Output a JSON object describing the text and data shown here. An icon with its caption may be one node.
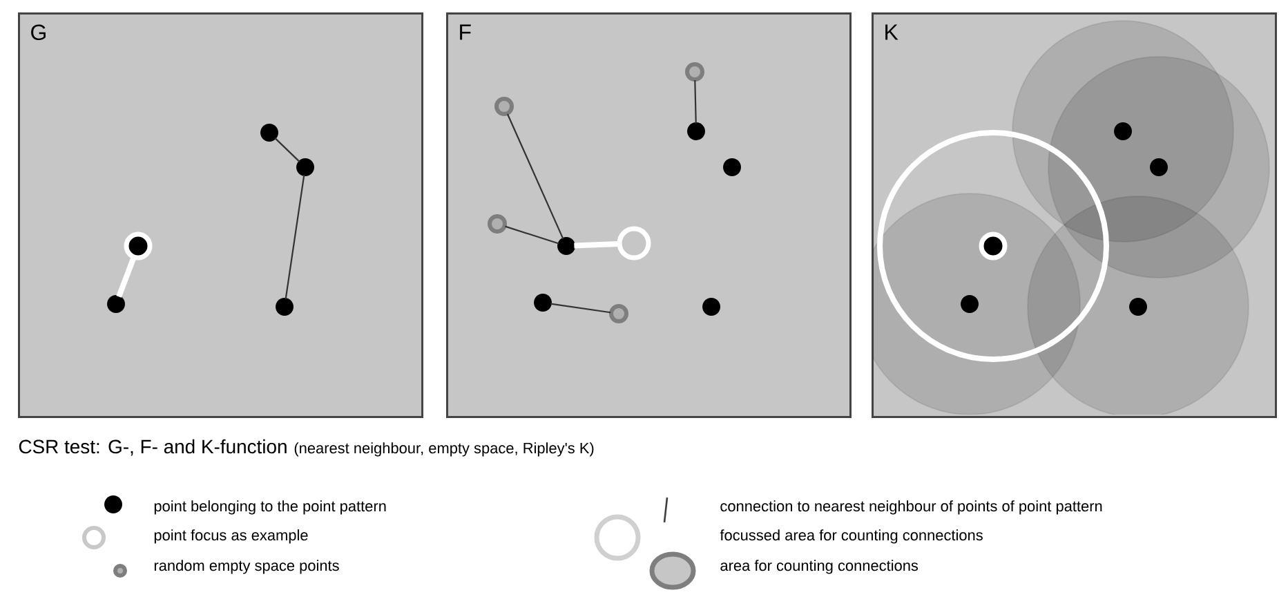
{
  "diagram": {
    "caption": "CSR test: G-, F- and K-function",
    "nodes": [
      {
        "text": [
          "G"
        ]
      },
      {
        "text": [],
        "shape": "circle",
        "in": 0
      },
      {
        "text": [],
        "shape": "circle",
        "in": 0
      },
      {
        "text": [],
        "shape": "circle",
        "in": 0
      },
      {
        "text": [],
        "shape": "circle",
        "in": 0
      },
      {
        "text": [],
        "shape": "circle",
        "in": 0
      },
      {
        "text": [
          "F"
        ]
      },
      {
        "text": [],
        "shape": "circle",
        "in": 6
      },
      {
        "text": [],
        "shape": "circle",
        "in": 6
      },
      {
        "text": [],
        "shape": "circle",
        "in": 6
      },
      {
        "text": [],
        "shape": "circle",
        "in": 6
      },
      {
        "text": [],
        "shape": "circle",
        "in": 6
      },
      {
        "text": [],
        "shape": "circle",
        "in": 6
      },
      {
        "text": [],
        "shape": "circle",
        "in": 6
      },
      {
        "text": [],
        "shape": "circle",
        "in": 6
      },
      {
        "text": [],
        "shape": "circle",
        "in": 6
      },
      {
        "text": [],
        "shape": "circle",
        "in": 6
      },
      {
        "text": [
          "K"
        ]
      },
      {
        "text": [],
        "shape": "circle",
        "in": 17
      },
      {
        "text": [],
        "shape": "circle",
        "in": 17
      },
      {
        "text": [],
        "shape": "circle",
        "in": 17
      },
      {
        "text": [],
        "shape": "circle",
        "in": 17
      },
      {
        "text": [],
        "shape": "circle",
        "in": 17
      }
    ],
    "edges": [
      {
        "from": 1,
        "to": 2,
        "arrow": "none"
      },
      {
        "from": 2,
        "to": 5,
        "arrow": "none"
      },
      {
        "from": 3,
        "to": 4,
        "arrow": "none",
        "style": "thick",
        "color": "#ffffff"
      },
      {
        "from": 8,
        "to": 13,
        "arrow": "none"
      },
      {
        "from": 11,
        "to": 13,
        "arrow": "none"
      },
      {
        "from": 13,
        "to": 12,
        "arrow": "none",
        "style": "thick",
        "color": "#ffffff"
      },
      {
        "from": 14,
        "to": 15,
        "arrow": "none"
      },
      {
        "from": 7,
        "to": 9,
        "arrow": "none"
      }
    ],
    "labels": [
      "(nearest neighbour, empty space, Ripley's K)"
    ],
    "legend": [
      {
        "text": "point belonging to the point pattern"
      },
      {
        "text": "point focus as example"
      },
      {
        "text": "random empty space points"
      },
      {
        "text": "connection to nearest neighbour of points of point pattern"
      },
      {
        "text": "focussed area for counting connections"
      },
      {
        "text": "area for counting connections"
      }
    ]
  }
}
